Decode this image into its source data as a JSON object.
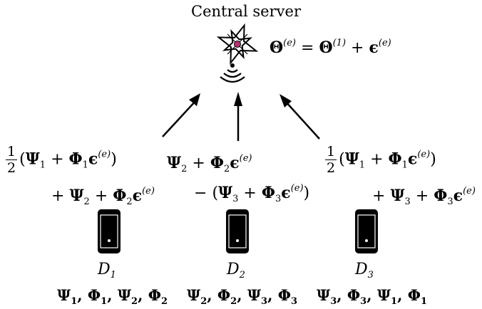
{
  "server": {
    "label": "Central server",
    "equation": {
      "lhs": "Θ",
      "lhs_sup": "(e)",
      "eq": "=",
      "t1": "Θ",
      "t1_sup": "(1)",
      "plus": "+",
      "t2": "ϵ",
      "t2_sup": "(e)"
    }
  },
  "uploads": [
    {
      "frac_num": "1",
      "frac_den": "2",
      "line1": {
        "open": "(",
        "a": "Ψ",
        "a_sub": "1",
        "op": "+",
        "b": "Φ",
        "b_sub": "1",
        "c": "ϵ",
        "c_sup": "(e)",
        "close": ")"
      },
      "line2": {
        "op1": "+",
        "a": "Ψ",
        "a_sub": "2",
        "op": "+",
        "b": "Φ",
        "b_sub": "2",
        "c": "ϵ",
        "c_sup": "(e)"
      }
    },
    {
      "line1": {
        "a": "Ψ",
        "a_sub": "2",
        "op": "+",
        "b": "Φ",
        "b_sub": "2",
        "c": "ϵ",
        "c_sup": "(e)"
      },
      "line2": {
        "op1": "−",
        "open": "(",
        "a": "Ψ",
        "a_sub": "3",
        "op": "+",
        "b": "Φ",
        "b_sub": "3",
        "c": "ϵ",
        "c_sup": "(e)",
        "close": ")"
      }
    },
    {
      "frac_num": "1",
      "frac_den": "2",
      "line1": {
        "open": "(",
        "a": "Ψ",
        "a_sub": "1",
        "op": "+",
        "b": "Φ",
        "b_sub": "1",
        "c": "ϵ",
        "c_sup": "(e)",
        "close": ")"
      },
      "line2": {
        "op1": "+",
        "a": "Ψ",
        "a_sub": "3",
        "op": "+",
        "b": "Φ",
        "b_sub": "3",
        "c": "ϵ",
        "c_sup": "(e)"
      }
    }
  ],
  "devices": [
    {
      "name": "D",
      "sub": "1",
      "store": "Ψ",
      "s1": "1",
      "comma1": ",",
      "store2": "Φ",
      "s2": "1",
      "comma2": ",",
      "store3": "Ψ",
      "s3": "2",
      "comma3": ",",
      "store4": "Φ",
      "s4": "2"
    },
    {
      "name": "D",
      "sub": "2",
      "store": "Ψ",
      "s1": "2",
      "comma1": ",",
      "store2": "Φ",
      "s2": "2",
      "comma2": ",",
      "store3": "Ψ",
      "s3": "3",
      "comma3": ",",
      "store4": "Φ",
      "s4": "3"
    },
    {
      "name": "D",
      "sub": "3",
      "store": "Ψ",
      "s1": "3",
      "comma1": ",",
      "store2": "Φ",
      "s2": "3",
      "comma2": ",",
      "store3": "Ψ",
      "s3": "1",
      "comma3": ",",
      "store4": "Φ",
      "s4": "1"
    }
  ],
  "icons": {
    "server": "satellite-server-icon",
    "wireless": "wireless-signal-icon",
    "device": "smartphone-icon",
    "arrow": "upload-arrow-icon"
  }
}
